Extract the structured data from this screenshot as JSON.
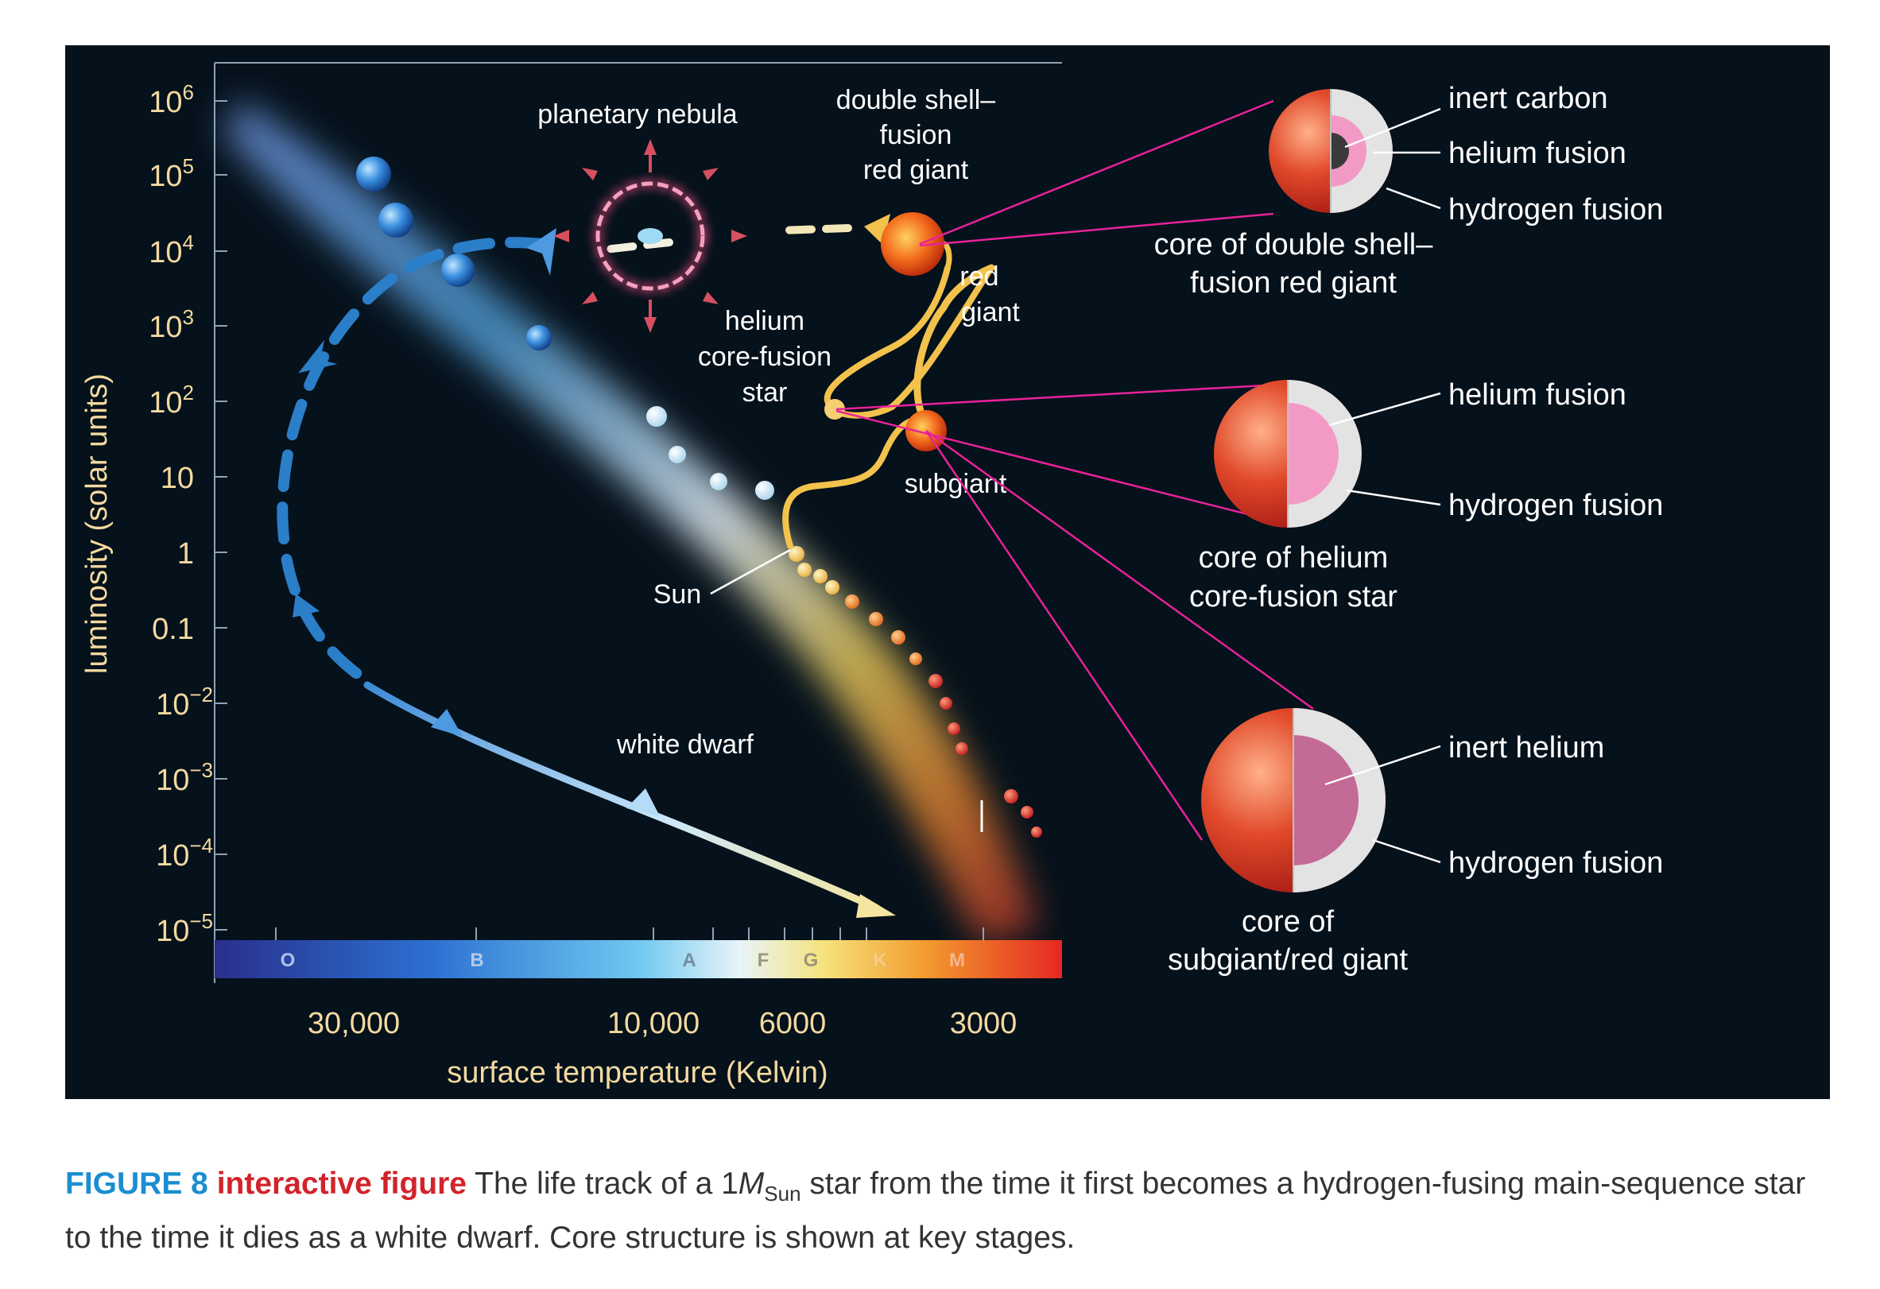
{
  "colors": {
    "panel_bg": "#05111b",
    "axis_label": "#f3d9a0",
    "leader_line": "#e8229a",
    "track_blue": "#2b7ec8",
    "track_yellow": "#f2c24c",
    "core_pink": "#f19ac5",
    "core_mauve": "#c46a96",
    "shell_gray": "#e6e6e6",
    "star_red": "#d83a1e",
    "caption_blue": "#1a8ed0",
    "caption_red": "#d2232a"
  },
  "axes": {
    "y_label": "luminosity (solar units)",
    "x_label": "surface temperature (Kelvin)",
    "y_ticks": [
      {
        "base": "10",
        "exp": "6"
      },
      {
        "base": "10",
        "exp": "5"
      },
      {
        "base": "10",
        "exp": "4"
      },
      {
        "base": "10",
        "exp": "3"
      },
      {
        "base": "10",
        "exp": "2"
      },
      {
        "base": "10",
        "exp": ""
      },
      {
        "base": "1",
        "exp": ""
      },
      {
        "base": "0.1",
        "exp": ""
      },
      {
        "base": "10",
        "exp": "−2"
      },
      {
        "base": "10",
        "exp": "−3"
      },
      {
        "base": "10",
        "exp": "−4"
      },
      {
        "base": "10",
        "exp": "−5"
      }
    ],
    "x_ticks": [
      "30,000",
      "10,000",
      "6000",
      "3000"
    ],
    "spectral_classes": [
      "O",
      "B",
      "A",
      "F",
      "G",
      "K",
      "M"
    ]
  },
  "stage_labels": {
    "planetary_nebula": "planetary nebula",
    "double_shell": [
      "double shell–",
      "fusion",
      "red giant"
    ],
    "red_giant": [
      "red",
      "giant"
    ],
    "helium_core": [
      "helium",
      "core-fusion",
      "star"
    ],
    "subgiant": "subgiant",
    "sun": "Sun",
    "white_dwarf": "white dwarf"
  },
  "cores": {
    "double_shell": {
      "layers": [
        "inert carbon",
        "helium fusion",
        "hydrogen fusion"
      ],
      "title": [
        "core of double shell–",
        "fusion red giant"
      ]
    },
    "helium_core": {
      "layers": [
        "helium fusion",
        "hydrogen fusion"
      ],
      "title": [
        "core of helium",
        "core-fusion star"
      ]
    },
    "subgiant": {
      "layers": [
        "inert helium",
        "hydrogen fusion"
      ],
      "title": [
        "core of",
        "subgiant/red giant"
      ]
    }
  },
  "caption": {
    "figure_number": "FIGURE 8",
    "tag": "interactive figure",
    "text_before": " The life track of a 1",
    "mass_symbol": "M",
    "mass_sub": "Sun",
    "text_after": " star from the time it first becomes a hydrogen-fusing main-sequence star to the time it dies as a white dwarf. Core structure is shown at key stages."
  }
}
